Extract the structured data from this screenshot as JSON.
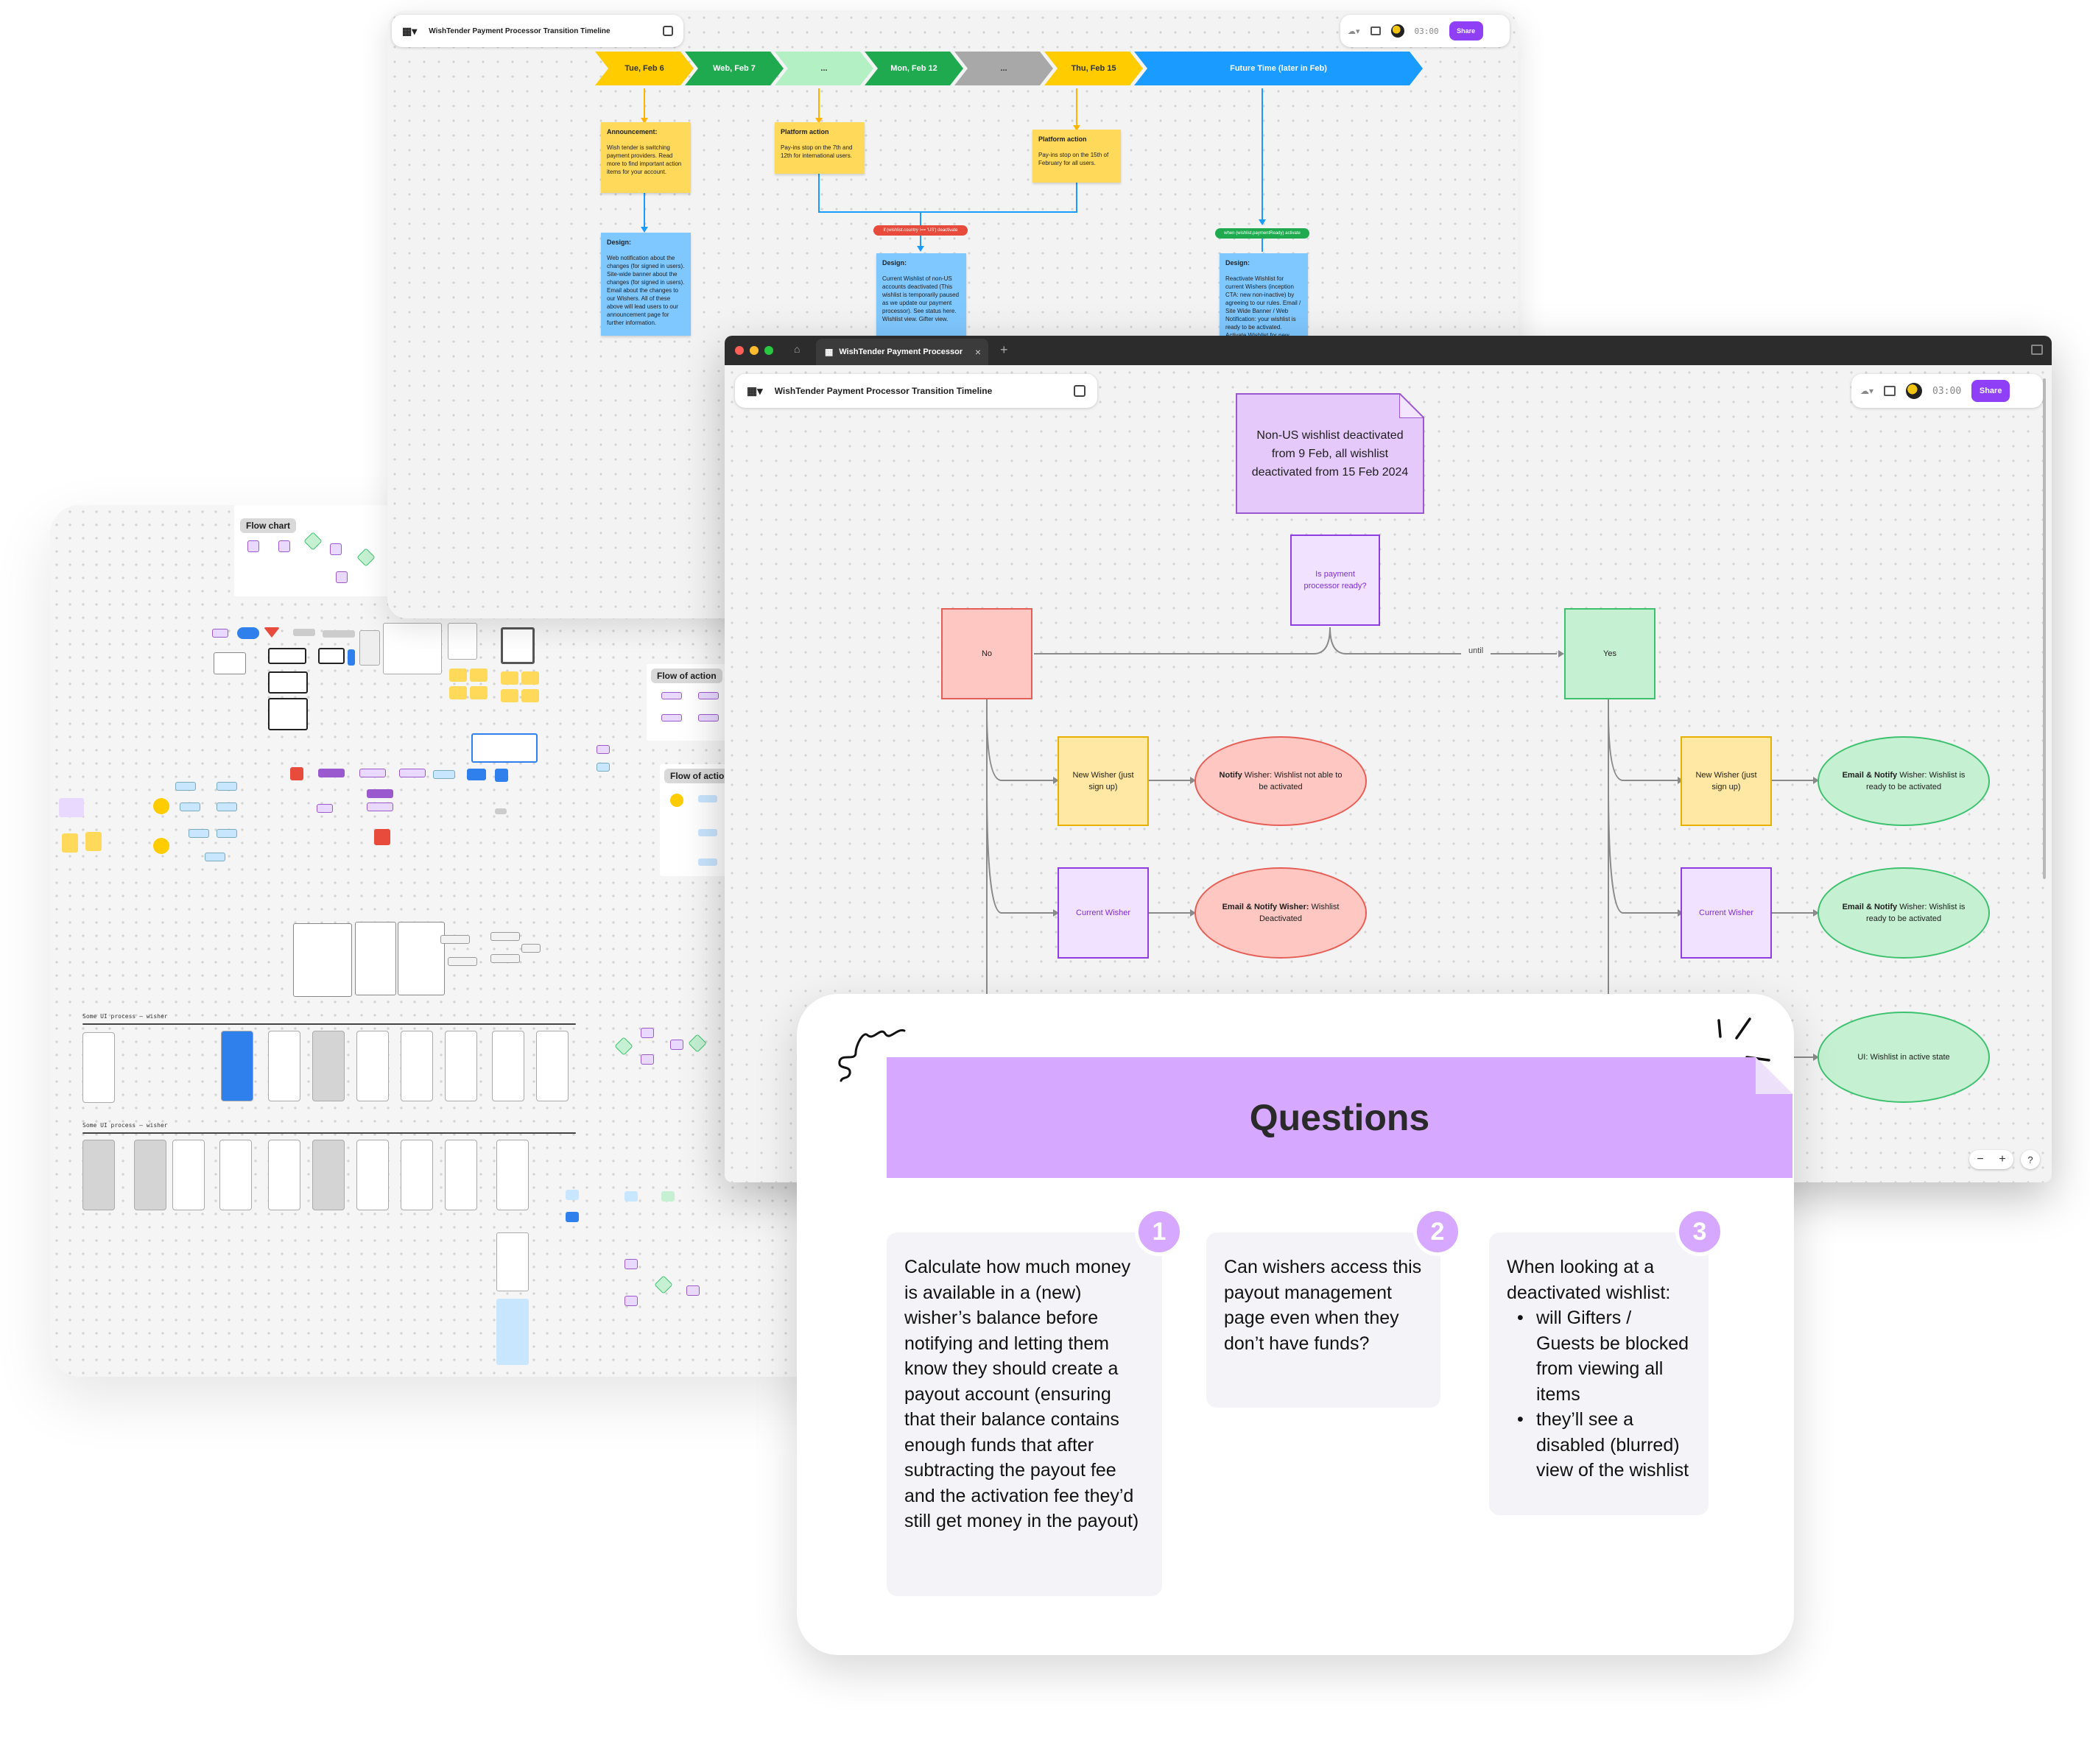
{
  "overview": {
    "labels": [
      "Flow chart",
      "Flow of action",
      "Flow of action"
    ],
    "captions": [
      "Some UI process — wisher",
      "Some UI process — wisher"
    ]
  },
  "timeline_window": {
    "file_title": "WishTender Payment Processor Transition Timeline",
    "share_label": "Share",
    "timer": "03:00",
    "dates": [
      {
        "label": "Tue, Feb 6",
        "color": "#ffcc00",
        "text_color": "#333333"
      },
      {
        "label": "Web, Feb 7",
        "color": "#1faa4f",
        "text_color": "#ffffff"
      },
      {
        "label": "...",
        "color": "#b3f0c4",
        "text_color": "#333333"
      },
      {
        "label": "Mon, Feb 12",
        "color": "#1faa4f",
        "text_color": "#ffffff"
      },
      {
        "label": "...",
        "color": "#a8a8a8",
        "text_color": "#333333"
      },
      {
        "label": "Thu, Feb 15",
        "color": "#ffcc00",
        "text_color": "#333333"
      },
      {
        "label": "Future Time (later in Feb)",
        "color": "#199bff",
        "text_color": "#ffffff"
      }
    ],
    "stickies": [
      {
        "title": "Announcement:",
        "body": "Wish tender is switching payment providers. Read more to find important action items for your account."
      },
      {
        "title": "Platform action",
        "body": "Pay-ins stop on the 7th and 12th for international users."
      },
      {
        "title": "Platform action",
        "body": "Pay-ins stop on the 15th of February for all users."
      },
      {
        "title": "Design:",
        "body": "Web notification about the changes (for signed in users). Site-wide banner about the changes (for signed in users). Email about the changes to our Wishers. All of these above will lead users to our announcement page for further information."
      },
      {
        "title": "Design:",
        "body": "Current Wishlist of non-US accounts deactivated (This wishlist is temporarily paused as we update our payment processor). See status here. Wishlist view. Gifter view."
      },
      {
        "title": "Design:",
        "body": "Reactivate Wishlist for current Wishers (inception CTA: new non-inactive) by agreeing to our rules. Email / Site Wide Banner / Web Notification: your wishlist is ready to be activated. Activate Wishlist for new."
      }
    ],
    "pills": [
      "if (wishlist.country !== 'US') deactivate",
      "when (wishlist.paymentReady) activate"
    ]
  },
  "main_window": {
    "tab_title": "WishTender Payment Processor",
    "file_title": "WishTender Payment Processor Transition Timeline",
    "share_label": "Share",
    "timer": "03:00",
    "note": "Non-US wishlist deactivated from 9 Feb, all wishlist deactivated from 15 Feb 2024",
    "decision": "Is payment processor ready?",
    "no_label": "No",
    "yes_label": "Yes",
    "until_label": "until",
    "left_new_wisher": "New Wisher (just sign up)",
    "left_notify_bold": "Notify",
    "left_notify_rest": " Wisher: Wishlist not able to be activated",
    "left_current_wisher": "Current Wisher",
    "left_email_bold": "Email & Notify Wisher:",
    "left_email_rest": " Wishlist Deactivated",
    "right_new_wisher": "New Wisher (just sign up)",
    "right_email1_bold": "Email & Notify",
    "right_email1_rest": " Wisher: Wishlist is ready to be activated",
    "right_current_wisher": "Current Wisher",
    "right_email2_bold": "Email & Notify",
    "right_email2_rest": " Wisher: Wishlist is ready to be activated",
    "right_ui": "UI: Wishlist in active state",
    "zoom_out": "−",
    "zoom_in": "+",
    "help": "?"
  },
  "questions": {
    "title": "Questions",
    "accent_color": "#d6a8ff",
    "q1_number": "1",
    "q1_text": "Calculate how much money is available in a (new) wisher’s balance before notifying and letting them know they should create a payout account (ensuring that their balance contains enough funds that after subtracting the payout fee and the activation fee they’d still get money in the payout)",
    "q2_number": "2",
    "q2_text": "Can wishers access this payout management page even when they don’t have funds?",
    "q3_number": "3",
    "q3_intro": "When looking at a deactivated wishlist:",
    "q3_bullet1": "will Gifters / Guests be blocked from viewing all items",
    "q3_bullet2": "they’ll see a disabled (blurred) view of the wishlist"
  }
}
